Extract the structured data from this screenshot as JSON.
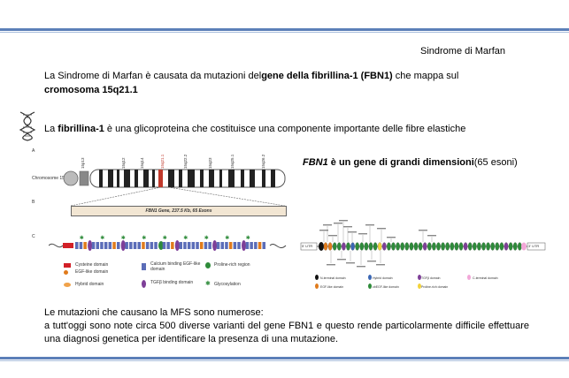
{
  "header": {
    "title": "Sindrome di Marfan"
  },
  "paragraphs": {
    "p1_prefix": "La Sindrome di Marfan è causata da mutazioni del",
    "p1_bold1": "gene della fibrillina-1 (FBN1)",
    "p1_mid": " che mappa sul ",
    "p1_bold2": "cromosoma 15q21.1",
    "p2_prefix": "La ",
    "p2_bold": "fibrillina-1",
    "p2_suffix": " è una glicoproteina che costituisce una componente importante delle fibre elastiche",
    "p3_italic": "FBN1",
    "p3_bold": " è un gene di grandi dimensioni",
    "p3_suffix": "(65 esoni)",
    "p4_line1": "Le mutazioni che causano la MFS sono numerose:",
    "p4_rest": "a tutt'oggi sono note circa 500 diverse varianti del gene FBN1 e questo rende particolarmente difficile effettuare una diagnosi genetica per identificare la presenza di una mutazione."
  },
  "figure_left": {
    "label_a": "A",
    "label_b": "B",
    "label_c": "C",
    "chromosome_label": "Chromosome 15",
    "band_labels": [
      "15p13",
      "15q12",
      "15q14",
      "15q21.1",
      "15q22.2",
      "15q23",
      "15q25.1",
      "15q26.2"
    ],
    "gene_label": "FBN1 Gene, 237.5 Kb, 65 Exons",
    "legend": {
      "cysteine": "Cysteine domain",
      "egf": "EGF-like domain",
      "hybrid": "Hybrid domain",
      "calcium": "Calcium binding EGF-like domain",
      "tgfb": "TGFβ binding domain",
      "proline": "Proline-rich region",
      "glyco": "Glycosylation"
    }
  },
  "figure_right": {
    "left_terminal": "5' UTR",
    "right_terminal": "3' UTR",
    "legend": {
      "n_term": "N-terminal domain",
      "hybrid": "Hybrid domain",
      "tgfb": "TGFβ domain",
      "c_term": "C-terminal domain",
      "egf": "EGF-like domain",
      "cbegf": "cbEGF-like domain",
      "proline": "Proline-rich domain"
    }
  },
  "colors": {
    "accent_bar": "#5b7fb8",
    "cbegf": "#7e3f98",
    "egf": "#e07b1c",
    "proline": "#2e8b3a",
    "cysteine": "#d22027",
    "gene_box": "#f2e6d3"
  },
  "icons": {
    "dna": "dna-helix-icon"
  }
}
